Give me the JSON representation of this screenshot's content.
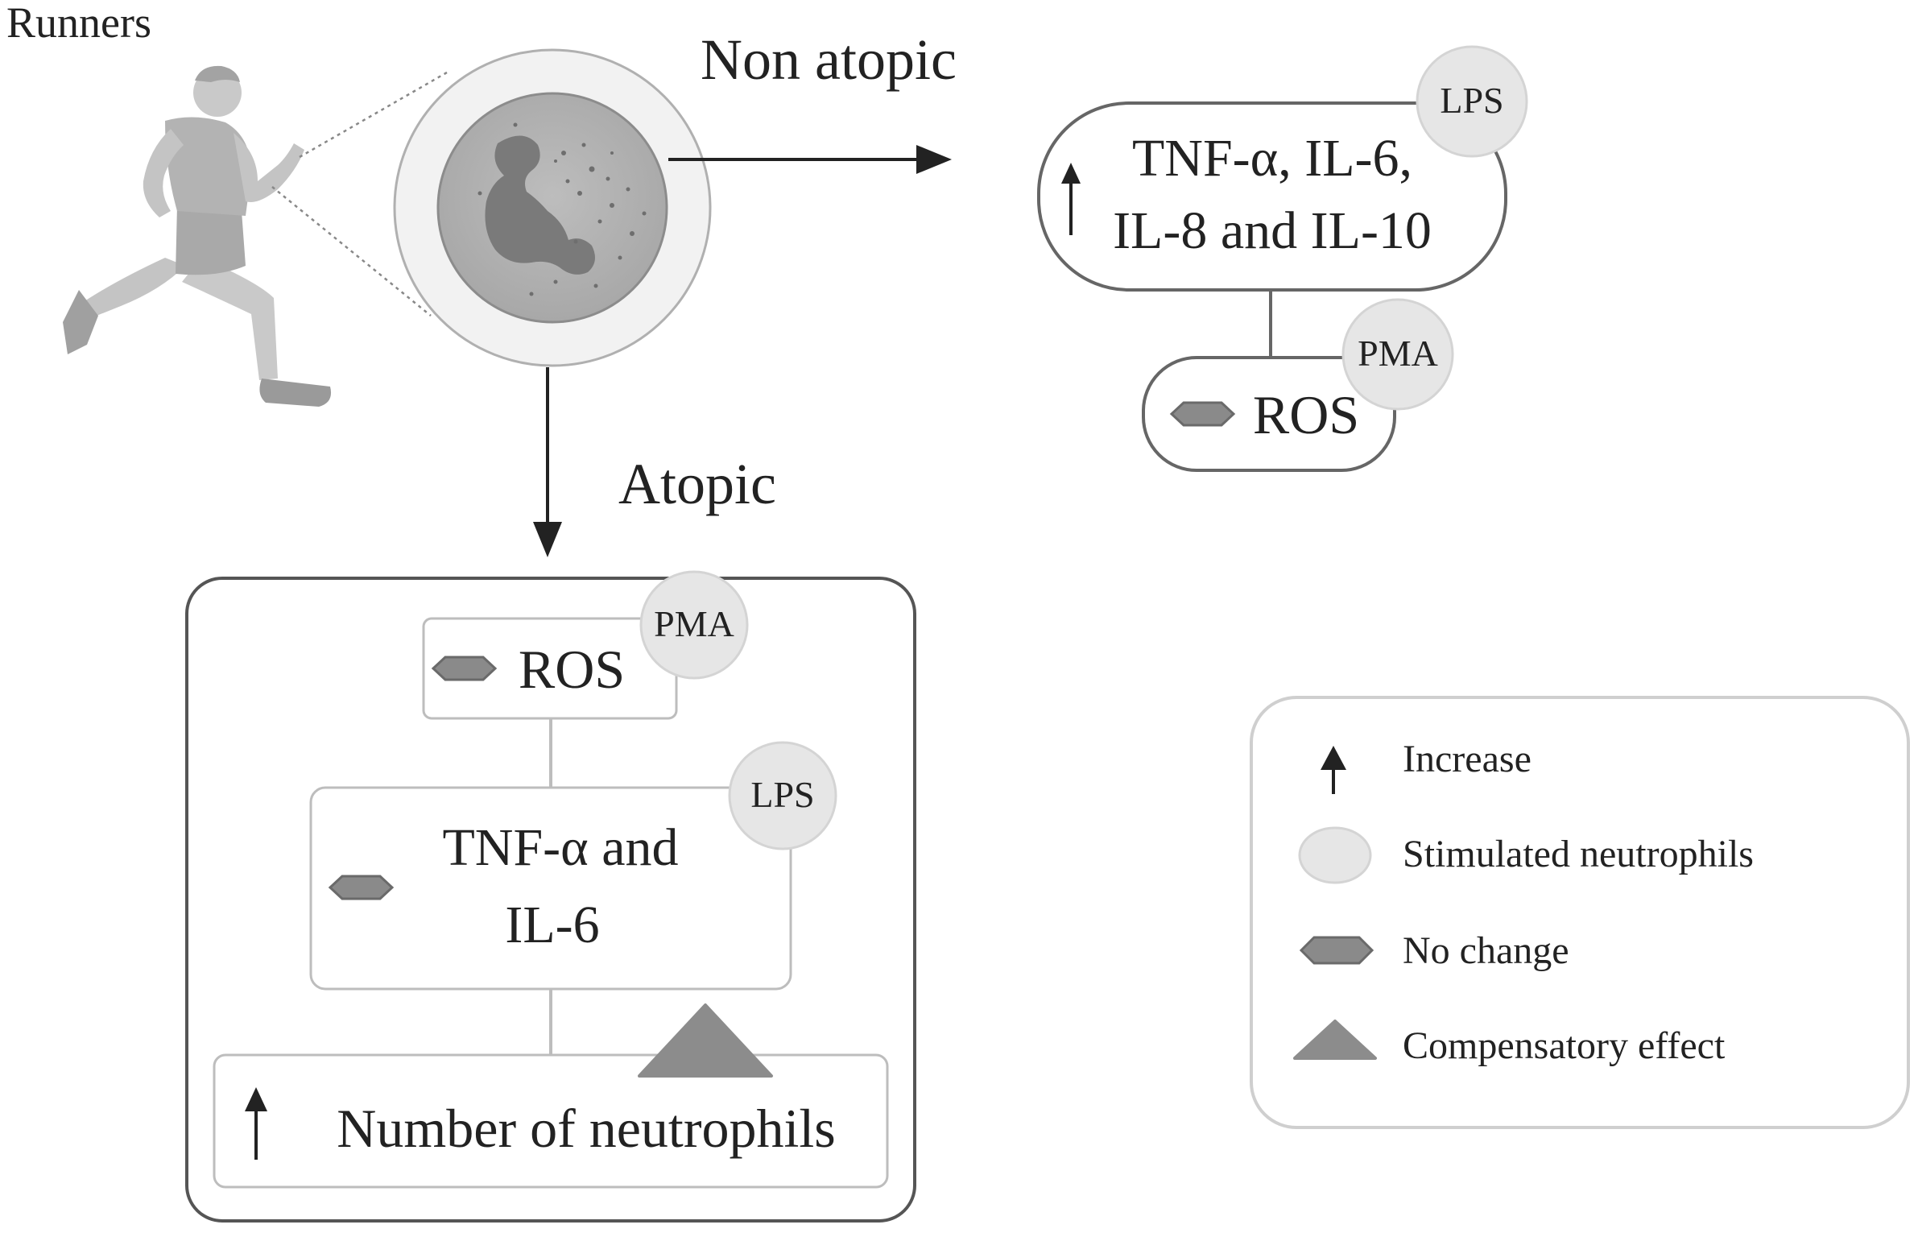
{
  "top_label": "Runners",
  "branches": {
    "non_atopic": {
      "label": "Non atopic",
      "cytokine_box": {
        "line1": "TNF-α, IL-6,",
        "line2": "IL-8 and IL-10",
        "stimulus": "LPS",
        "effect_icon": "increase-arrow-icon"
      },
      "ros_box": {
        "label": "ROS",
        "stimulus": "PMA",
        "effect_icon": "no-change-icon"
      }
    },
    "atopic": {
      "label": "Atopic",
      "ros_box": {
        "label": "ROS",
        "stimulus": "PMA",
        "effect_icon": "no-change-icon"
      },
      "cytokine_box": {
        "line1": "TNF-α and",
        "line2": "IL-6",
        "stimulus": "LPS",
        "effect_icon": "no-change-icon"
      },
      "neutrophil_box": {
        "label": "Number of neutrophils",
        "effect_icon": "increase-arrow-icon",
        "compensatory_icon": "compensatory-triangle-icon"
      }
    }
  },
  "legend": {
    "items": [
      {
        "icon": "increase-arrow-icon",
        "label": "Increase"
      },
      {
        "icon": "stimulated-neutrophil-icon",
        "label": "Stimulated neutrophils"
      },
      {
        "icon": "no-change-icon",
        "label": "No change"
      },
      {
        "icon": "compensatory-triangle-icon",
        "label": "Compensatory effect"
      }
    ]
  },
  "colors": {
    "line": "#666666",
    "dark": "#222222",
    "stimulus_fill": "#e6e6e6",
    "hexagon_fill": "#8a8a8a",
    "triangle_fill": "#8c8c8c"
  }
}
